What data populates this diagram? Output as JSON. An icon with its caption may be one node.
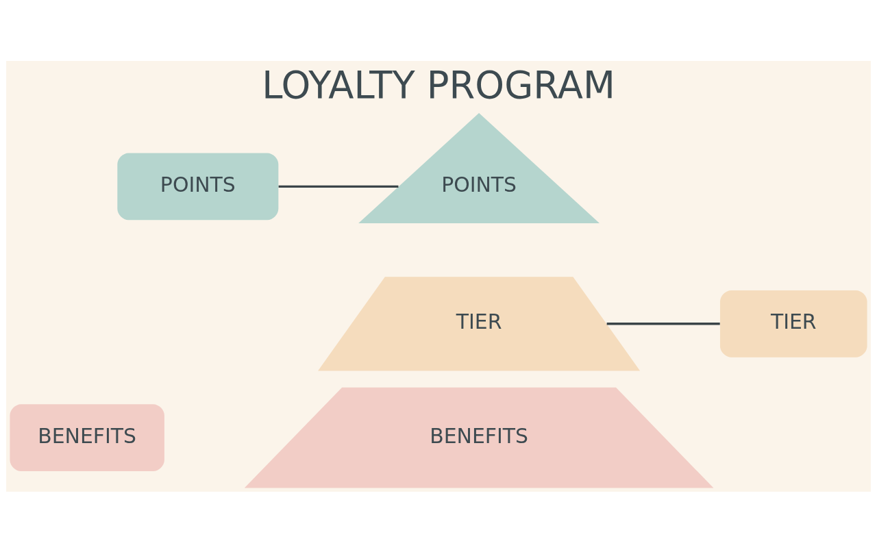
{
  "diagram": {
    "title": "LOYALTY PROGRAM",
    "nodes": [
      {
        "text": [
          "POINTS"
        ]
      },
      {
        "text": [
          "POINTS"
        ]
      },
      {
        "text": [
          "TIER"
        ]
      },
      {
        "text": [
          "TIER"
        ]
      },
      {
        "text": [
          "BENEFITS"
        ]
      },
      {
        "text": [
          "BENEFITS"
        ]
      }
    ],
    "edges": [
      {
        "from": 0,
        "to": 1,
        "arrow": "none"
      },
      {
        "from": 2,
        "to": 3,
        "arrow": "none"
      }
    ]
  }
}
